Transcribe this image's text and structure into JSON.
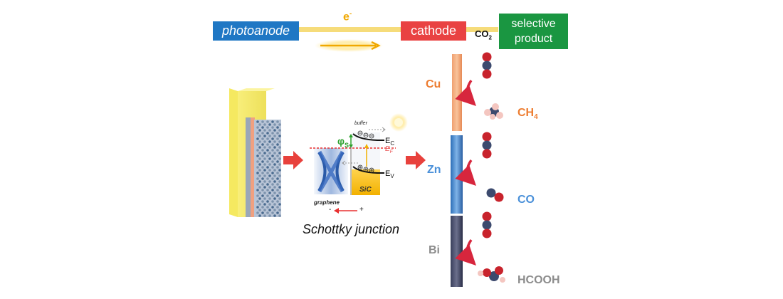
{
  "top_flow": {
    "photoanode": "photoanode",
    "electron": "e",
    "electron_sup": "-",
    "cathode": "cathode",
    "co2": "CO",
    "co2_sub": "2",
    "product_line1": "selective",
    "product_line2": "product"
  },
  "junction": {
    "buffer": "buffer",
    "phi": "φ",
    "phi_sub": "S",
    "ec": "E",
    "ec_sub": "C",
    "ef": "E",
    "ef_sub": "F",
    "ev": "E",
    "ev_sub": "V",
    "sic": "SiC",
    "graphene": "graphene",
    "minus": "-",
    "plus": "+",
    "caption": "Schottky junction"
  },
  "metals": [
    {
      "name": "Cu",
      "product": "CH",
      "product_sub": "4",
      "color": "#ed7d31"
    },
    {
      "name": "Zn",
      "product": "CO",
      "product_sub": "",
      "color": "#4a90d9"
    },
    {
      "name": "Bi",
      "product": "HCOOH",
      "product_sub": "",
      "color": "#8c8c8c"
    }
  ],
  "colors": {
    "photoanode": "#1f77c4",
    "cathode": "#e94242",
    "product": "#1a9641",
    "wire": "#f5d76e",
    "arrow_red": "#e8413c",
    "phi_green": "#2ca02c"
  }
}
